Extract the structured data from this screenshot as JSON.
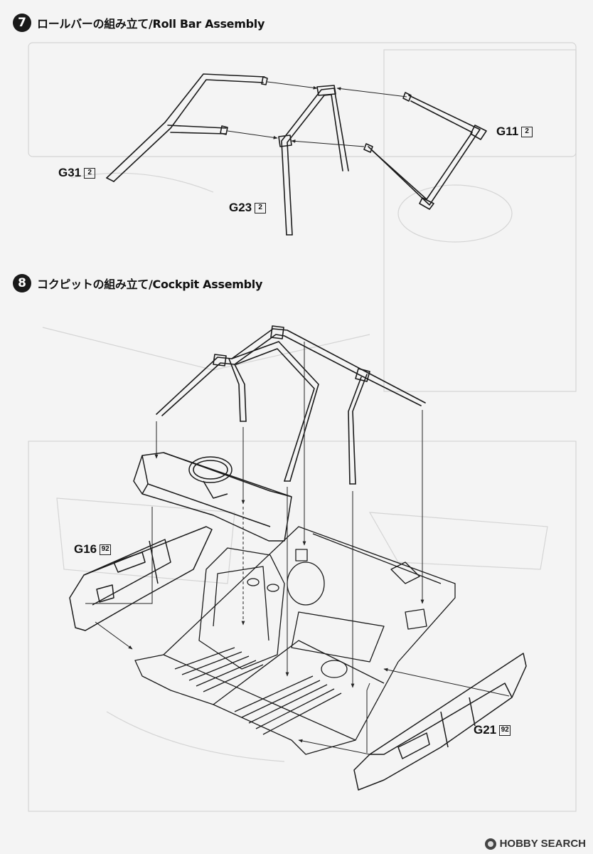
{
  "steps": [
    {
      "number": "7",
      "title": "ロールバーの組み立て/Roll Bar Assembly"
    },
    {
      "number": "8",
      "title": "コクピットの組み立て/Cockpit Assembly"
    }
  ],
  "parts": {
    "g31": {
      "label": "G31",
      "count": "2"
    },
    "g23": {
      "label": "G23",
      "count": "2"
    },
    "g11": {
      "label": "G11",
      "count": "2"
    },
    "g16": {
      "label": "G16",
      "count": "92"
    },
    "g21": {
      "label": "G21",
      "count": "92"
    }
  },
  "watermark": {
    "text": "HOBBY SEARCH"
  }
}
